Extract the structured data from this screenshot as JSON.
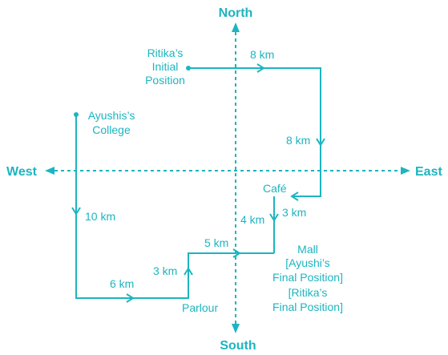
{
  "directions": {
    "north": "North",
    "south": "South",
    "east": "East",
    "west": "West"
  },
  "places": {
    "ritika_start": [
      "Ritika’s",
      "Initial",
      "Position"
    ],
    "ayushi_college": [
      "Ayushis’s",
      "College"
    ],
    "cafe": "Café",
    "parlour": "Parlour",
    "mall": [
      "Mall",
      "[Ayushi’s",
      "Final Position]",
      "[Ritika’s",
      "Final Position]"
    ]
  },
  "distances": {
    "ritika_east": "8 km",
    "ritika_south": "8 km",
    "ritika_south_2": "3 km",
    "cafe_to_mall": "4 km",
    "ayushi_south": "10 km",
    "ayushi_east": "6 km",
    "parlour_north": "3 km",
    "parlour_east": "5 km"
  },
  "colors": {
    "accent": "#1cb5c0"
  }
}
